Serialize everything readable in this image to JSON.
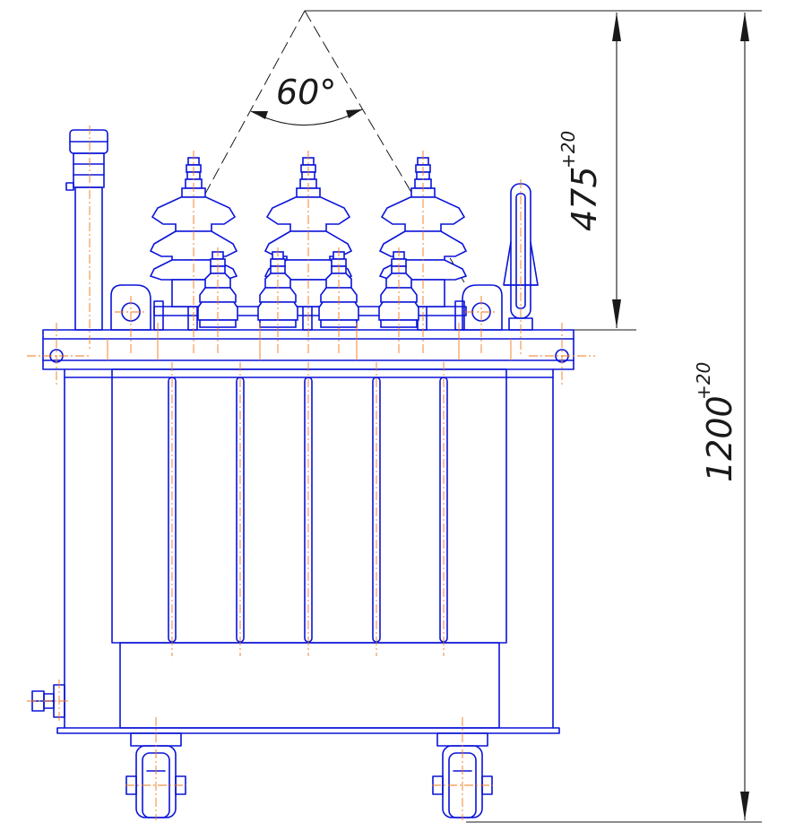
{
  "dimensions": {
    "angle": {
      "value": "60°"
    },
    "upper_height": {
      "value": "475",
      "tolerance": "+20"
    },
    "overall_height": {
      "value": "1200",
      "tolerance": "+20"
    }
  },
  "colors": {
    "outline": "#0a14d8",
    "centerline": "#f07a1a",
    "dimension": "#1a1a1a"
  }
}
